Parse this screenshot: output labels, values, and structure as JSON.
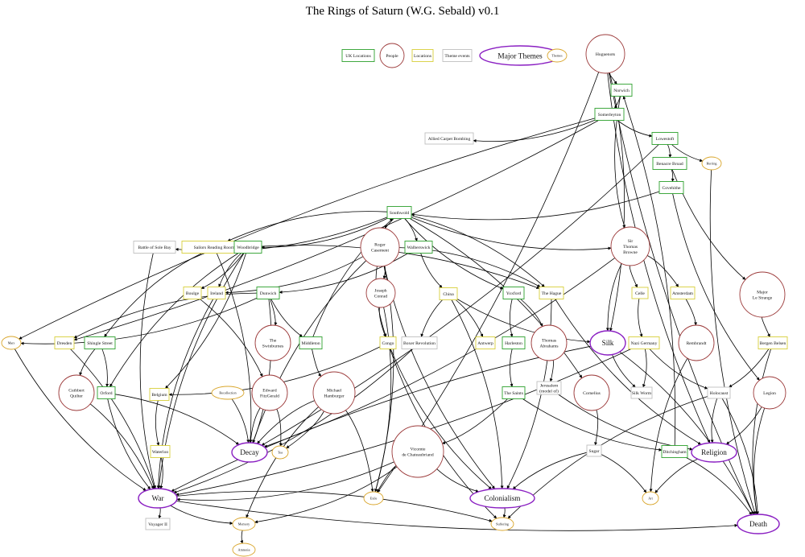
{
  "title": "The Rings of Saturn (W.G. Sebald) v0.1",
  "colors": {
    "uk": "#2ca02c",
    "people": "#9c3a3a",
    "locations": "#d8cf3a",
    "events": "#bfbfbf",
    "major": "#8a1fc2",
    "theme": "#d9a52a",
    "edge": "#000000"
  },
  "legend": [
    {
      "id": "lg_uk",
      "label": "UK Locations",
      "cat": "uk"
    },
    {
      "id": "lg_people",
      "label": "People",
      "cat": "people"
    },
    {
      "id": "lg_loc",
      "label": "Locations",
      "cat": "locations"
    },
    {
      "id": "lg_ev",
      "label": "Theme events",
      "cat": "events"
    },
    {
      "id": "lg_major",
      "label": "Major Themes",
      "cat": "major"
    },
    {
      "id": "lg_theme",
      "label": "Themes",
      "cat": "theme"
    }
  ],
  "nodes": [
    {
      "id": "huguenots",
      "label": "Huguenots",
      "cat": "people"
    },
    {
      "id": "norwich",
      "label": "Norwich",
      "cat": "uk"
    },
    {
      "id": "somerleyton",
      "label": "Somerleyton",
      "cat": "uk"
    },
    {
      "id": "allied",
      "label": "Allied Carpet Bombing",
      "cat": "events"
    },
    {
      "id": "lowestoft",
      "label": "Lowestoft",
      "cat": "uk"
    },
    {
      "id": "herring",
      "label": "Herring",
      "cat": "theme"
    },
    {
      "id": "benacre",
      "label": "Benacre Broad",
      "cat": "uk"
    },
    {
      "id": "covehithe",
      "label": "Covehithe",
      "cat": "uk"
    },
    {
      "id": "southwold",
      "label": "Southwold",
      "cat": "uk"
    },
    {
      "id": "solebay",
      "label": "Battle of Sole Bay",
      "cat": "events"
    },
    {
      "id": "sailors",
      "label": "Sailors Reading Room",
      "cat": "locations"
    },
    {
      "id": "woodbridge",
      "label": "Woodbridge",
      "cat": "uk"
    },
    {
      "id": "casement",
      "label": "Roger\nCasement",
      "cat": "people"
    },
    {
      "id": "walberswick",
      "label": "Walberswick",
      "cat": "uk"
    },
    {
      "id": "browne",
      "label": "Sir\nThomas\nBrowne",
      "cat": "people"
    },
    {
      "id": "lestrange",
      "label": "Major\nLe Strange",
      "cat": "people"
    },
    {
      "id": "boulge",
      "label": "Boulge",
      "cat": "locations"
    },
    {
      "id": "ireland",
      "label": "Ireland",
      "cat": "locations"
    },
    {
      "id": "dunwich",
      "label": "Dunwich",
      "cat": "uk"
    },
    {
      "id": "conrad",
      "label": "Joseph\nConrad",
      "cat": "people"
    },
    {
      "id": "china",
      "label": "China",
      "cat": "locations"
    },
    {
      "id": "yoxford",
      "label": "Yoxford",
      "cat": "uk"
    },
    {
      "id": "hague",
      "label": "The Hague",
      "cat": "locations"
    },
    {
      "id": "celle",
      "label": "Celle",
      "cat": "locations"
    },
    {
      "id": "amsterdam",
      "label": "Amsterdam",
      "cat": "locations"
    },
    {
      "id": "mars",
      "label": "Mars",
      "cat": "theme"
    },
    {
      "id": "dresden",
      "label": "Dresden",
      "cat": "locations"
    },
    {
      "id": "shingle",
      "label": "Shingle Street",
      "cat": "uk"
    },
    {
      "id": "swinburnes",
      "label": "The\nSwinburnes",
      "cat": "people"
    },
    {
      "id": "middleton",
      "label": "Middleton",
      "cat": "uk"
    },
    {
      "id": "congo",
      "label": "Congo",
      "cat": "locations"
    },
    {
      "id": "boxer",
      "label": "Boxer Revolution",
      "cat": "events"
    },
    {
      "id": "antwerp",
      "label": "Antwerp",
      "cat": "locations"
    },
    {
      "id": "harleston",
      "label": "Harleston",
      "cat": "uk"
    },
    {
      "id": "abrahams",
      "label": "Thomas\nAbrahams",
      "cat": "people"
    },
    {
      "id": "silk",
      "label": "Silk",
      "cat": "major"
    },
    {
      "id": "nazi",
      "label": "Nazi Germany",
      "cat": "locations"
    },
    {
      "id": "rembrandt",
      "label": "Rembrandt",
      "cat": "people"
    },
    {
      "id": "bergen",
      "label": "Bergen Belsen",
      "cat": "locations"
    },
    {
      "id": "quilter",
      "label": "Cuthbert\nQuilter",
      "cat": "people"
    },
    {
      "id": "orford",
      "label": "Orford",
      "cat": "uk"
    },
    {
      "id": "belgium",
      "label": "Belgium",
      "cat": "locations"
    },
    {
      "id": "recollection",
      "label": "Recollection",
      "cat": "theme"
    },
    {
      "id": "fitzgerald",
      "label": "Edward\nFitzGerald",
      "cat": "people"
    },
    {
      "id": "hamburger",
      "label": "Michael\nHamburger",
      "cat": "people"
    },
    {
      "id": "jerusalem",
      "label": "Jerusalem\n(model of)",
      "cat": "events"
    },
    {
      "id": "saints",
      "label": "The Saints",
      "cat": "uk"
    },
    {
      "id": "cornelius",
      "label": "Cornelius",
      "cat": "people"
    },
    {
      "id": "silkworm",
      "label": "Silk Worm",
      "cat": "events"
    },
    {
      "id": "holocaust",
      "label": "Holocaust",
      "cat": "events"
    },
    {
      "id": "legion",
      "label": "Legion",
      "cat": "people"
    },
    {
      "id": "decay",
      "label": "Decay",
      "cat": "major"
    },
    {
      "id": "tea",
      "label": "Tea",
      "cat": "theme"
    },
    {
      "id": "chateaubriand",
      "label": "Vicomte\nde Chateaubriand",
      "cat": "people"
    },
    {
      "id": "waterloo",
      "label": "Waterloo",
      "cat": "locations"
    },
    {
      "id": "sugar",
      "label": "Sugar",
      "cat": "events"
    },
    {
      "id": "ditchingham",
      "label": "Ditchingham",
      "cat": "uk"
    },
    {
      "id": "religion",
      "label": "Religion",
      "cat": "major"
    },
    {
      "id": "war",
      "label": "War",
      "cat": "major"
    },
    {
      "id": "exile",
      "label": "Exile",
      "cat": "theme"
    },
    {
      "id": "colonialism",
      "label": "Colonialism",
      "cat": "major"
    },
    {
      "id": "art",
      "label": "Art",
      "cat": "theme"
    },
    {
      "id": "voyager",
      "label": "Voyager II",
      "cat": "events"
    },
    {
      "id": "memory",
      "label": "Memory",
      "cat": "theme"
    },
    {
      "id": "suffering",
      "label": "Suffering",
      "cat": "theme"
    },
    {
      "id": "death",
      "label": "Death",
      "cat": "major"
    },
    {
      "id": "amnesia",
      "label": "Amnesia",
      "cat": "theme"
    }
  ],
  "edges": [
    [
      "huguenots",
      "norwich"
    ],
    [
      "huguenots",
      "silk"
    ],
    [
      "huguenots",
      "religion"
    ],
    [
      "huguenots",
      "exile"
    ],
    [
      "huguenots",
      "death"
    ],
    [
      "norwich",
      "somerleyton"
    ],
    [
      "norwich",
      "browne"
    ],
    [
      "somerleyton",
      "allied"
    ],
    [
      "somerleyton",
      "lowestoft"
    ],
    [
      "somerleyton",
      "dresden"
    ],
    [
      "somerleyton",
      "mars"
    ],
    [
      "lowestoft",
      "benacre"
    ],
    [
      "lowestoft",
      "herring"
    ],
    [
      "lowestoft",
      "decay"
    ],
    [
      "herring",
      "death"
    ],
    [
      "benacre",
      "covehithe"
    ],
    [
      "benacre",
      "lestrange"
    ],
    [
      "covehithe",
      "southwold"
    ],
    [
      "covehithe",
      "legion"
    ],
    [
      "southwold",
      "solebay"
    ],
    [
      "southwold",
      "sailors"
    ],
    [
      "southwold",
      "woodbridge"
    ],
    [
      "southwold",
      "casement"
    ],
    [
      "southwold",
      "walberswick"
    ],
    [
      "southwold",
      "browne"
    ],
    [
      "southwold",
      "hague"
    ],
    [
      "southwold",
      "yoxford"
    ],
    [
      "southwold",
      "cornelius"
    ],
    [
      "solebay",
      "war"
    ],
    [
      "sailors",
      "decay"
    ],
    [
      "sailors",
      "shingle"
    ],
    [
      "woodbridge",
      "boulge"
    ],
    [
      "woodbridge",
      "ireland"
    ],
    [
      "woodbridge",
      "hague"
    ],
    [
      "woodbridge",
      "orford"
    ],
    [
      "woodbridge",
      "belgium"
    ],
    [
      "woodbridge",
      "war"
    ],
    [
      "casement",
      "conrad"
    ],
    [
      "casement",
      "congo"
    ],
    [
      "casement",
      "ireland"
    ],
    [
      "casement",
      "colonialism"
    ],
    [
      "casement",
      "exile"
    ],
    [
      "casement",
      "decay"
    ],
    [
      "casement",
      "hague"
    ],
    [
      "walberswick",
      "china"
    ],
    [
      "walberswick",
      "dunwich"
    ],
    [
      "browne",
      "celle"
    ],
    [
      "browne",
      "amsterdam"
    ],
    [
      "browne",
      "silk"
    ],
    [
      "browne",
      "decay"
    ],
    [
      "lestrange",
      "bergen"
    ],
    [
      "boulge",
      "fitzgerald"
    ],
    [
      "ireland",
      "war"
    ],
    [
      "dunwich",
      "swinburnes"
    ],
    [
      "dunwich",
      "middleton"
    ],
    [
      "dunwich",
      "decay"
    ],
    [
      "dunwich",
      "dresden"
    ],
    [
      "dunwich",
      "mars"
    ],
    [
      "conrad",
      "congo"
    ],
    [
      "conrad",
      "exile"
    ],
    [
      "china",
      "boxer"
    ],
    [
      "china",
      "antwerp"
    ],
    [
      "china",
      "silk"
    ],
    [
      "china",
      "colonialism"
    ],
    [
      "yoxford",
      "harleston"
    ],
    [
      "yoxford",
      "abrahams"
    ],
    [
      "hague",
      "religion"
    ],
    [
      "hague",
      "colonialism"
    ],
    [
      "celle",
      "nazi"
    ],
    [
      "amsterdam",
      "rembrandt"
    ],
    [
      "mars",
      "war"
    ],
    [
      "dresden",
      "war"
    ],
    [
      "shingle",
      "quilter"
    ],
    [
      "shingle",
      "orford"
    ],
    [
      "middleton",
      "hamburger"
    ],
    [
      "middleton",
      "southwold"
    ],
    [
      "congo",
      "colonialism"
    ],
    [
      "congo",
      "belgium"
    ],
    [
      "congo",
      "suffering"
    ],
    [
      "boxer",
      "war"
    ],
    [
      "harleston",
      "saints"
    ],
    [
      "abrahams",
      "jerusalem"
    ],
    [
      "silk",
      "silkworm"
    ],
    [
      "silk",
      "death"
    ],
    [
      "silk",
      "war"
    ],
    [
      "nazi",
      "silkworm"
    ],
    [
      "nazi",
      "holocaust"
    ],
    [
      "nazi",
      "war"
    ],
    [
      "rembrandt",
      "art"
    ],
    [
      "bergen",
      "holocaust"
    ],
    [
      "bergen",
      "death"
    ],
    [
      "quilter",
      "war"
    ],
    [
      "orford",
      "war"
    ],
    [
      "orford",
      "decay"
    ],
    [
      "belgium",
      "waterloo"
    ],
    [
      "recollection",
      "decay"
    ],
    [
      "fitzgerald",
      "decay"
    ],
    [
      "fitzgerald",
      "tea"
    ],
    [
      "hamburger",
      "decay"
    ],
    [
      "hamburger",
      "tea"
    ],
    [
      "hamburger",
      "memory"
    ],
    [
      "hamburger",
      "exile"
    ],
    [
      "jerusalem",
      "religion"
    ],
    [
      "saints",
      "chateaubriand"
    ],
    [
      "saints",
      "ditchingham"
    ],
    [
      "cornelius",
      "sugar"
    ],
    [
      "holocaust",
      "religion"
    ],
    [
      "holocaust",
      "death"
    ],
    [
      "holocaust",
      "suffering"
    ],
    [
      "legion",
      "religion"
    ],
    [
      "legion",
      "death"
    ],
    [
      "chateaubriand",
      "war"
    ],
    [
      "chateaubriand",
      "colonialism"
    ],
    [
      "chateaubriand",
      "memory"
    ],
    [
      "chateaubriand",
      "exile"
    ],
    [
      "waterloo",
      "war"
    ],
    [
      "sugar",
      "colonialism"
    ],
    [
      "sugar",
      "art"
    ],
    [
      "ditchingham",
      "norwich"
    ],
    [
      "ditchingham",
      "death"
    ],
    [
      "religion",
      "art"
    ],
    [
      "war",
      "voyager"
    ],
    [
      "war",
      "memory"
    ],
    [
      "war",
      "suffering"
    ],
    [
      "war",
      "death"
    ],
    [
      "colonialism",
      "suffering"
    ],
    [
      "memory",
      "amnesia"
    ]
  ]
}
